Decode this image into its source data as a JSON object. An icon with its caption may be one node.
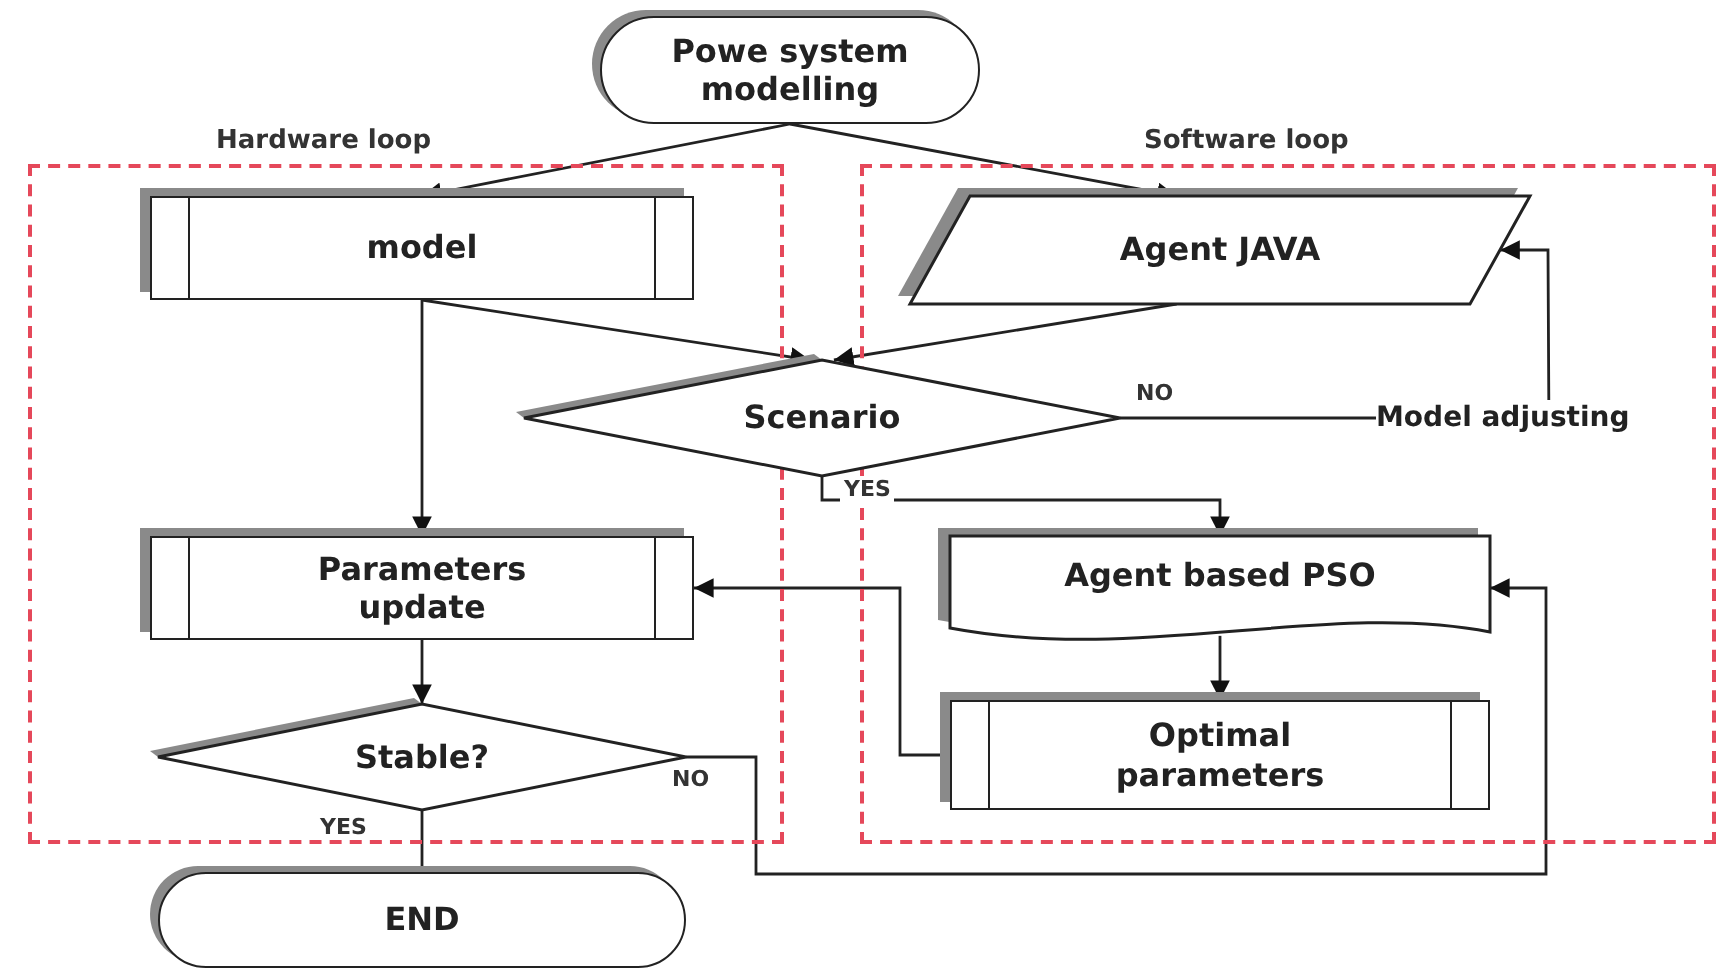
{
  "diagram": {
    "nodes": [
      {
        "text": [
          "Powe system modelling"
        ]
      },
      {
        "text": [
          "Hardware loop"
        ]
      },
      {
        "text": [
          "Software loop"
        ]
      },
      {
        "text": [
          "model"
        ],
        "in": 1
      },
      {
        "text": [
          "Agent JAVA"
        ],
        "in": 2
      },
      {
        "text": [
          "Scenario"
        ]
      },
      {
        "text": [
          "Parameters update"
        ],
        "in": 1
      },
      {
        "text": [
          "Agent based PSO"
        ],
        "in": 2
      },
      {
        "text": [
          "Stable?"
        ],
        "in": 1
      },
      {
        "text": [
          "Optimal parameters"
        ],
        "in": 2
      },
      {
        "text": [
          "END"
        ]
      },
      {
        "text": [
          "Model adjusting"
        ],
        "in": 2
      }
    ],
    "edges": [
      {
        "from": 0,
        "to": 3,
        "arrow": "to"
      },
      {
        "from": 0,
        "to": 4,
        "arrow": "to"
      },
      {
        "from": 3,
        "to": 5,
        "arrow": "to"
      },
      {
        "from": 4,
        "to": 5,
        "arrow": "to"
      },
      {
        "from": 5,
        "to": 11,
        "arrow": "none",
        "label": "NO"
      },
      {
        "from": 11,
        "to": 4,
        "arrow": "to"
      },
      {
        "from": 5,
        "to": 7,
        "arrow": "to",
        "label": "YES"
      },
      {
        "from": 3,
        "to": 6,
        "arrow": "to"
      },
      {
        "from": 7,
        "to": 9,
        "arrow": "to"
      },
      {
        "from": 9,
        "to": 6,
        "arrow": "to"
      },
      {
        "from": 6,
        "to": 8,
        "arrow": "to"
      },
      {
        "from": 8,
        "to": 7,
        "arrow": "to",
        "label": "NO"
      },
      {
        "from": 8,
        "to": 10,
        "arrow": "none",
        "label": "YES"
      }
    ]
  }
}
